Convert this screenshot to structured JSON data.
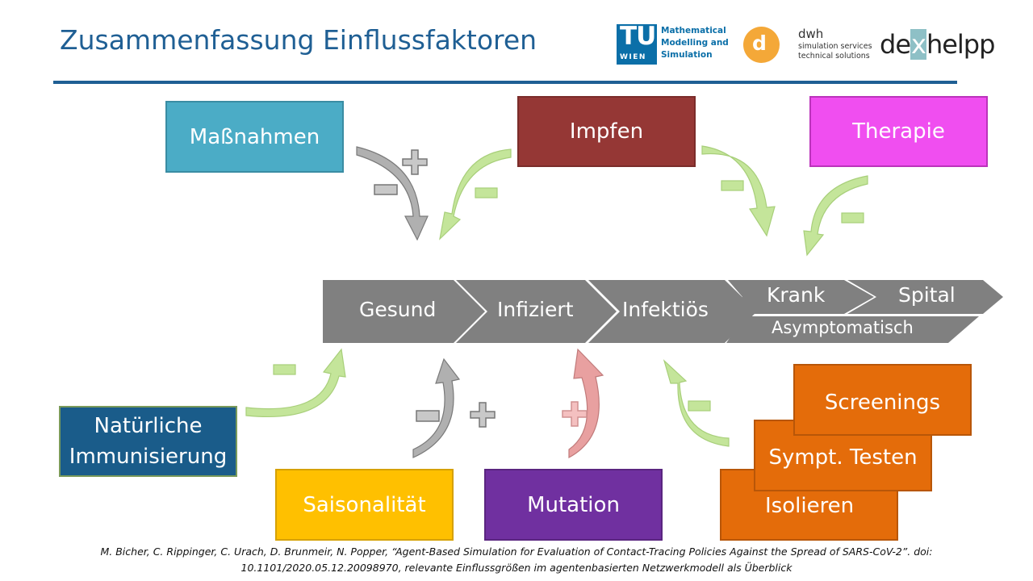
{
  "title": "Zusammenfassung Einflussfaktoren",
  "logos": {
    "tu_mark": "TU",
    "tu_city": "WIEN",
    "tu_lines": [
      "Mathematical",
      "Modelling and",
      "Simulation"
    ],
    "dwh_name": "dwh",
    "dwh_lines": [
      "simulation services",
      "technical solutions"
    ],
    "dex_pre": "de",
    "dex_x": "x",
    "dex_post": "helpp"
  },
  "stages": [
    "Gesund",
    "Infiziert",
    "Infektiös",
    "Krank",
    "Spital"
  ],
  "substage": "Asymptomatisch",
  "factors": {
    "massnahmen": "Maßnahmen",
    "impfen": "Impfen",
    "therapie": "Therapie",
    "natuerliche_immunisierung": [
      "Natürliche",
      "Immunisierung"
    ],
    "saisonalitaet": "Saisonalität",
    "mutation": "Mutation",
    "screenings": "Screenings",
    "sympt_testen": "Sympt. Testen",
    "isolieren": "Isolieren"
  },
  "signs": {
    "plus": "+",
    "minus": "−"
  },
  "colors": {
    "title": "#1f5f94",
    "chevron": "#808080",
    "massnahmen": "#4bacc6",
    "impfen": "#953735",
    "therapie": "#f04ef0",
    "natuerliche_immunisierung": "#1a5c8a",
    "saisonalitaet": "#ffc000",
    "mutation": "#7030a0",
    "testing": "#e46c0a",
    "arrow_green": "#c4e59a",
    "arrow_gray": "#b0b0b0",
    "arrow_red": "#e8a0a0"
  },
  "footer": [
    "M. Bicher, C. Rippinger, C. Urach, D. Brunmeir, N. Popper, “Agent-Based Simulation for Evaluation of Contact-Tracing Policies Against the Spread of SARS-CoV-2”. doi:",
    "10.1101/2020.05.12.20098970,  relevante Einflussgrößen im agentenbasierten Netzwerkmodell als Überblick"
  ]
}
